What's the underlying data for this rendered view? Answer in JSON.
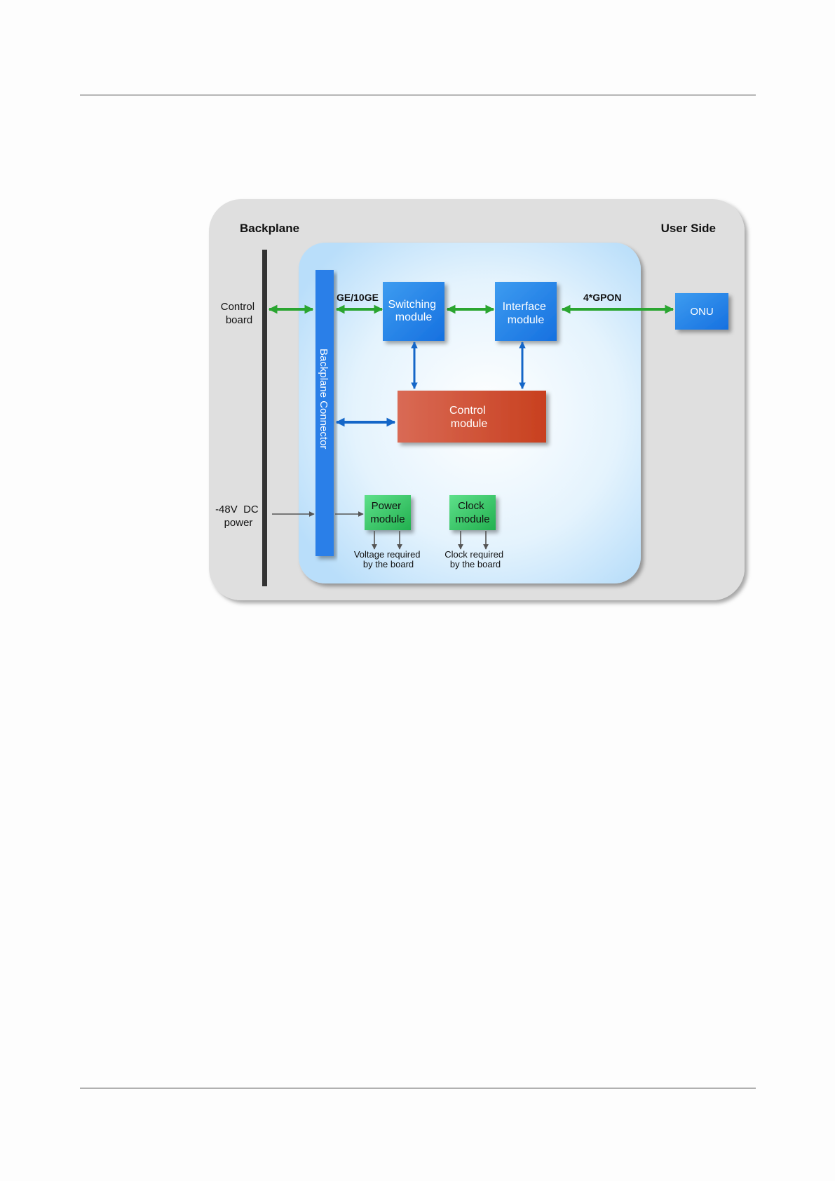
{
  "diagram": {
    "region_left": "Backplane",
    "region_right": "User Side",
    "connector": "Backplane Connector",
    "control_board": [
      "Control",
      "board"
    ],
    "dc_power": [
      "-48V  DC",
      "power"
    ],
    "switching_module": [
      "Switching",
      "module"
    ],
    "interface_module": [
      "Interface",
      "module"
    ],
    "control_module": [
      "Control",
      "module"
    ],
    "onu": "ONU",
    "power_module": [
      "Power",
      "module"
    ],
    "clock_module": [
      "Clock",
      "module"
    ],
    "link_ge": "GE/10GE",
    "link_gpon": "4*GPON",
    "voltage_note": [
      "Voltage required",
      "by the board"
    ],
    "clock_note": [
      "Clock required",
      "by the board"
    ]
  }
}
